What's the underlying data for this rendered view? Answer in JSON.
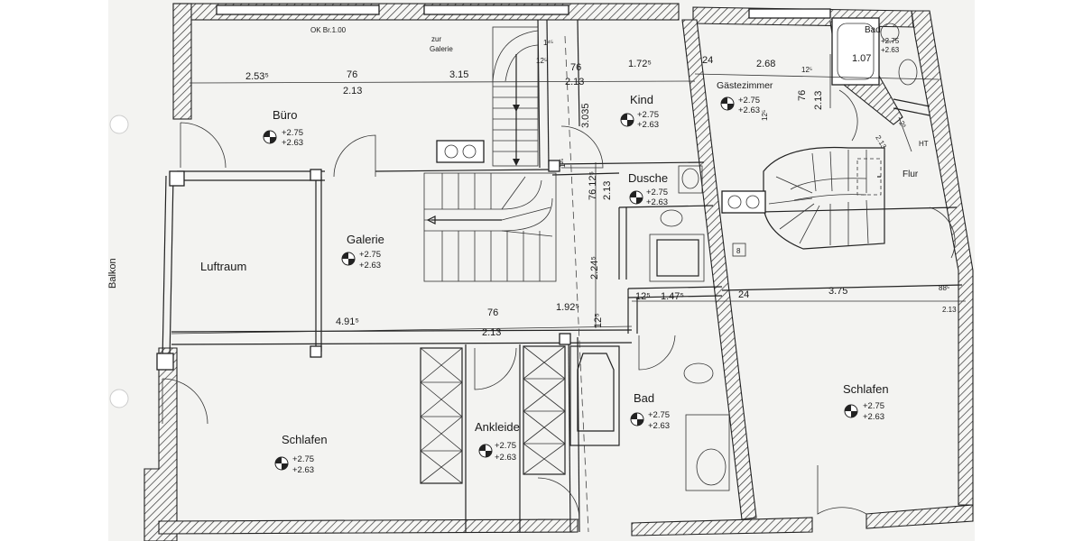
{
  "header": {
    "note": "OK Br.1.00"
  },
  "rooms": {
    "buero": {
      "name": "Büro",
      "l1": "+2.75",
      "l2": "+2.63"
    },
    "galerie": {
      "name": "Galerie",
      "l1": "+2.75",
      "l2": "+2.63"
    },
    "luftraum": {
      "name": "Luftraum"
    },
    "kind": {
      "name": "Kind",
      "l1": "+2.75",
      "l2": "+2.63"
    },
    "dusche": {
      "name": "Dusche",
      "l1": "+2.75",
      "l2": "+2.63"
    },
    "gaeste": {
      "name": "Gästezimmer",
      "l1": "+2.75",
      "l2": "+2.63"
    },
    "bad_top": {
      "name": "Bad",
      "l1": "+2.75",
      "l2": "+2.63"
    },
    "flur": {
      "name": "Flur"
    },
    "schlafen_left": {
      "name": "Schlafen",
      "l1": "+2.75",
      "l2": "+2.63"
    },
    "ankleide": {
      "name": "Ankleide",
      "l1": "+2.75",
      "l2": "+2.63"
    },
    "bad": {
      "name": "Bad",
      "l1": "+2.75",
      "l2": "+2.63"
    },
    "schlafen_right": {
      "name": "Schlafen",
      "l1": "+2.75",
      "l2": "+2.63"
    }
  },
  "labels": {
    "balkon": "Balkon",
    "zur_galerie_1": "zur",
    "zur_galerie_2": "Galerie",
    "ht": "HT",
    "box8": "8"
  },
  "dimensions": {
    "d1": "2.53⁵",
    "d2": "76",
    "d3": "2.13",
    "d4": "3.15",
    "d5": "12⁵",
    "d6": "1⁴⁵",
    "d7": "76",
    "d8": "2.13",
    "d9": "1.72⁵",
    "d10": "24",
    "d11": "2.68",
    "d12": "12⁵",
    "d13": "1.07",
    "d14": "3.035",
    "d15": "76 12⁵",
    "d16": "2.13",
    "d17": "12⁵",
    "d18": "76",
    "d19": "2.13",
    "d20": "2.24⁵",
    "d21": "12⁵",
    "d22": "1.47⁵",
    "d23": "24",
    "d24": "3.75",
    "d25": "4.91⁵",
    "d26": "76",
    "d27": "1.92⁵",
    "d28": "2.13",
    "d29": "12⁵",
    "d30": "2.13",
    "d31": "1²⁵",
    "d32": "2.13",
    "d33": "2⁶",
    "d34": "88⁵"
  }
}
